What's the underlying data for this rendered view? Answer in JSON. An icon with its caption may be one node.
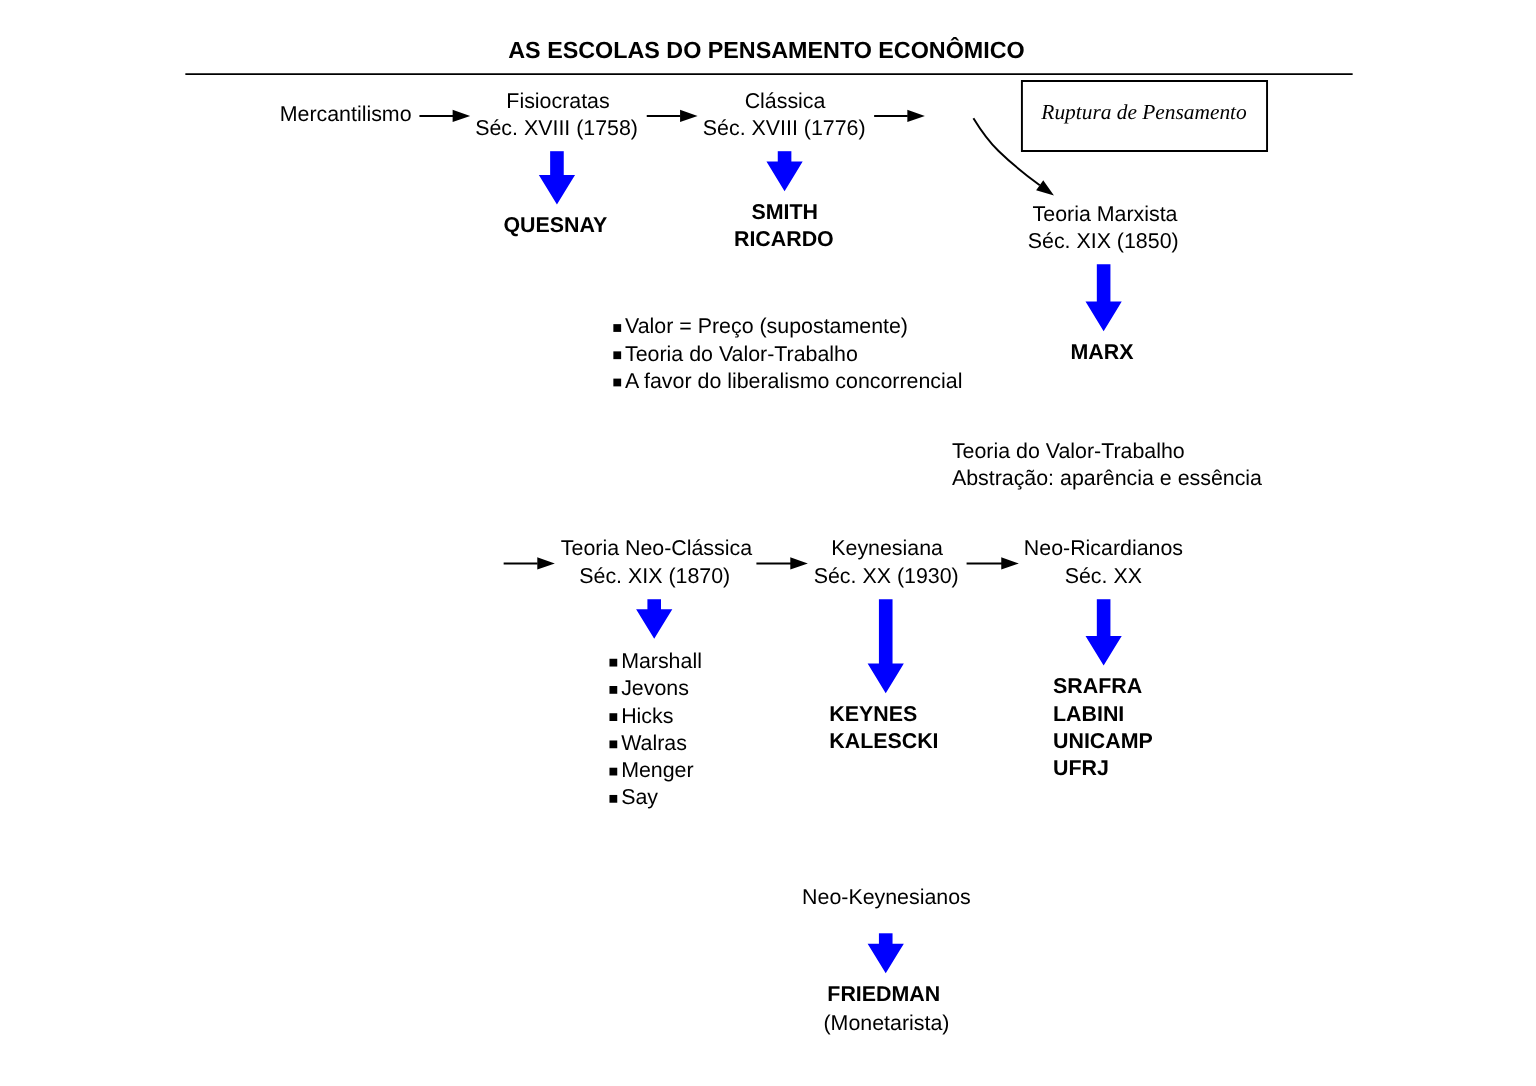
{
  "diagram": {
    "title": "AS ESCOLAS DO PENSAMENTO ECONÔMICO",
    "nodes": [
      {
        "text": [
          "Mercantilismo"
        ]
      },
      {
        "text": [
          "Fisiocratas",
          "Séc. XVIII (1758)"
        ]
      },
      {
        "text": [
          "QUESNAY"
        ]
      },
      {
        "text": [
          "Clássica",
          "Séc. XVIII (1776)"
        ]
      },
      {
        "text": [
          "SMITH",
          "RICARDO"
        ],
        "beside": [
          "Valor = Preço (supostamente)",
          "Teoria do Valor-Trabalho",
          "A favor do liberalismo concorrencial"
        ]
      },
      {
        "text": [
          "Ruptura de Pensamento"
        ]
      },
      {
        "text": [
          "Teoria Marxista",
          "Séc. XIX (1850)"
        ]
      },
      {
        "text": [
          "MARX"
        ],
        "beside": [
          "Teoria do Valor-Trabalho",
          "Abstração: aparência e essência"
        ]
      },
      {
        "text": [
          "Teoria Neo-Clássica",
          "Séc. XIX (1870)"
        ]
      },
      {
        "text": [
          "Marshall",
          "Jevons",
          "Hicks",
          "Walras",
          "Menger",
          "Say"
        ]
      },
      {
        "text": [
          "Keynesiana",
          "Séc. XX (1930)"
        ]
      },
      {
        "text": [
          "KEYNES",
          "KALESCKI"
        ]
      },
      {
        "text": [
          "Neo-Keynesianos"
        ]
      },
      {
        "text": [
          "FRIEDMAN",
          "(Monetarista)"
        ]
      },
      {
        "text": [
          "Neo-Ricardianos",
          "Séc. XX"
        ]
      },
      {
        "text": [
          "SRAFRA",
          "LABINI",
          "UNICAMP",
          "UFRJ"
        ]
      }
    ],
    "edges": [
      {
        "from": 0,
        "to": 1,
        "arrow": "to",
        "color": "#000000"
      },
      {
        "from": 1,
        "to": 2,
        "arrow": "to",
        "style": "thick",
        "color": "#0000ff"
      },
      {
        "from": 1,
        "to": 3,
        "arrow": "to",
        "color": "#000000"
      },
      {
        "from": 3,
        "to": 4,
        "arrow": "to",
        "style": "thick",
        "color": "#0000ff"
      },
      {
        "from": 3,
        "to": null,
        "arrow": "to",
        "color": "#000000"
      },
      {
        "from": null,
        "to": 6,
        "arrow": "to",
        "color": "#000000"
      },
      {
        "from": 6,
        "to": 7,
        "arrow": "to",
        "style": "thick",
        "color": "#0000ff"
      },
      {
        "from": null,
        "to": 8,
        "arrow": "to",
        "color": "#000000"
      },
      {
        "from": 8,
        "to": 9,
        "arrow": "to",
        "style": "thick",
        "color": "#0000ff"
      },
      {
        "from": 8,
        "to": 10,
        "arrow": "to",
        "color": "#000000"
      },
      {
        "from": 10,
        "to": 11,
        "arrow": "to",
        "style": "thick",
        "color": "#0000ff"
      },
      {
        "from": 10,
        "to": 14,
        "arrow": "to",
        "color": "#000000"
      },
      {
        "from": 12,
        "to": 13,
        "arrow": "to",
        "style": "thick",
        "color": "#0000ff"
      },
      {
        "from": 14,
        "to": 15,
        "arrow": "to",
        "style": "thick",
        "color": "#0000ff"
      }
    ]
  }
}
